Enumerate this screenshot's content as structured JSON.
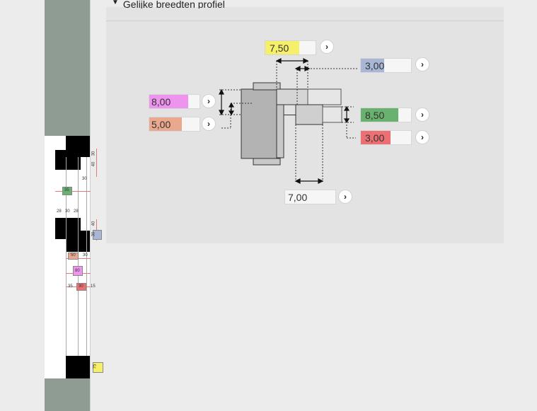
{
  "section": {
    "title": "Gelijke breedten profiel"
  },
  "fields": {
    "top_width": {
      "value": "7,50",
      "color": "#f5ef6a"
    },
    "top_offset": {
      "value": "3,00",
      "color": "#a9b6d6"
    },
    "left_upper": {
      "value": "8,00",
      "color": "#ee94ee"
    },
    "left_lower": {
      "value": "5,00",
      "color": "#eaa88e"
    },
    "right_height": {
      "value": "8,50",
      "color": "#68b16e"
    },
    "right_lower": {
      "value": "3,00",
      "color": "#ec6f73"
    },
    "bottom_width": {
      "value": "7,00",
      "color": "#f3f3f3"
    }
  },
  "strip": {
    "labels": [
      "30",
      "40",
      "30",
      "35",
      "28",
      "30",
      "28",
      "40",
      "30",
      "50",
      "30",
      "80",
      "35",
      "30",
      "15",
      "75"
    ]
  },
  "icons": {
    "go": "chevron-right-icon",
    "collapse": "chevron-down-icon"
  }
}
